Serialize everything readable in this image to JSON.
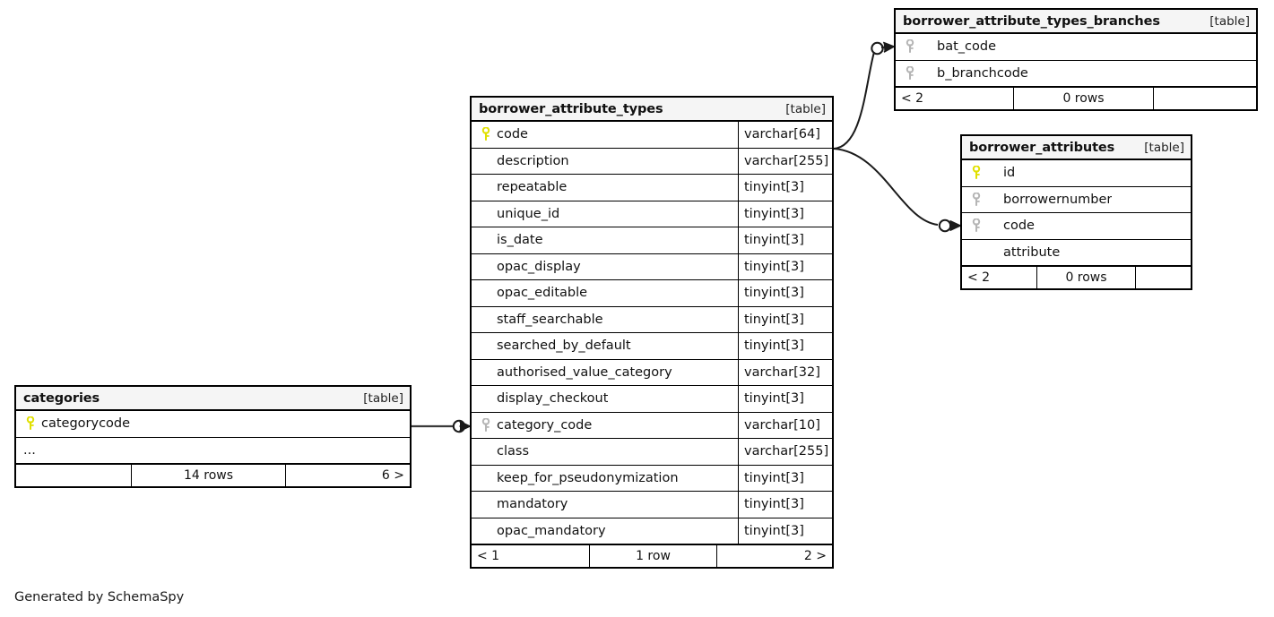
{
  "diagram": {
    "generator_note": "Generated by SchemaSpy",
    "table_tag": "[table]",
    "key_colors": {
      "primary": "#e8e800",
      "foreign": "#b0b0b0"
    },
    "line_color": "#1a1a1a"
  },
  "tables": {
    "borrower_attribute_types": {
      "name": "borrower_attribute_types",
      "tag": "[table]",
      "columns": [
        {
          "key": "primary",
          "name": "code",
          "type": "varchar[64]"
        },
        {
          "key": "none",
          "name": "description",
          "type": "varchar[255]"
        },
        {
          "key": "none",
          "name": "repeatable",
          "type": "tinyint[3]"
        },
        {
          "key": "none",
          "name": "unique_id",
          "type": "tinyint[3]"
        },
        {
          "key": "none",
          "name": "is_date",
          "type": "tinyint[3]"
        },
        {
          "key": "none",
          "name": "opac_display",
          "type": "tinyint[3]"
        },
        {
          "key": "none",
          "name": "opac_editable",
          "type": "tinyint[3]"
        },
        {
          "key": "none",
          "name": "staff_searchable",
          "type": "tinyint[3]"
        },
        {
          "key": "none",
          "name": "searched_by_default",
          "type": "tinyint[3]"
        },
        {
          "key": "none",
          "name": "authorised_value_category",
          "type": "varchar[32]"
        },
        {
          "key": "none",
          "name": "display_checkout",
          "type": "tinyint[3]"
        },
        {
          "key": "foreign",
          "name": "category_code",
          "type": "varchar[10]"
        },
        {
          "key": "none",
          "name": "class",
          "type": "varchar[255]"
        },
        {
          "key": "none",
          "name": "keep_for_pseudonymization",
          "type": "tinyint[3]"
        },
        {
          "key": "none",
          "name": "mandatory",
          "type": "tinyint[3]"
        },
        {
          "key": "none",
          "name": "opac_mandatory",
          "type": "tinyint[3]"
        }
      ],
      "footer": {
        "left": "< 1",
        "middle": "1 row",
        "right": "2 >"
      }
    },
    "borrower_attribute_types_branches": {
      "name": "borrower_attribute_types_branches",
      "tag": "[table]",
      "columns": [
        {
          "key": "foreign",
          "name": "bat_code",
          "type": ""
        },
        {
          "key": "foreign",
          "name": "b_branchcode",
          "type": ""
        }
      ],
      "footer": {
        "left": "< 2",
        "middle": "0 rows",
        "right": ""
      }
    },
    "borrower_attributes": {
      "name": "borrower_attributes",
      "tag": "[table]",
      "columns": [
        {
          "key": "primary",
          "name": "id",
          "type": ""
        },
        {
          "key": "foreign",
          "name": "borrowernumber",
          "type": ""
        },
        {
          "key": "foreign",
          "name": "code",
          "type": ""
        },
        {
          "key": "none",
          "name": "attribute",
          "type": ""
        }
      ],
      "footer": {
        "left": "< 2",
        "middle": "0 rows",
        "right": ""
      }
    },
    "categories": {
      "name": "categories",
      "tag": "[table]",
      "columns": [
        {
          "key": "primary",
          "name": "categorycode",
          "type": ""
        },
        {
          "key": "none",
          "name": "...",
          "type": ""
        }
      ],
      "footer": {
        "left": "",
        "middle": "14 rows",
        "right": "6 >"
      }
    }
  },
  "relationships": [
    {
      "from": "categories.categorycode",
      "to": "borrower_attribute_types.category_code"
    },
    {
      "from": "borrower_attribute_types.code",
      "to": "borrower_attribute_types_branches.bat_code"
    },
    {
      "from": "borrower_attribute_types.code",
      "to": "borrower_attributes.code"
    }
  ]
}
